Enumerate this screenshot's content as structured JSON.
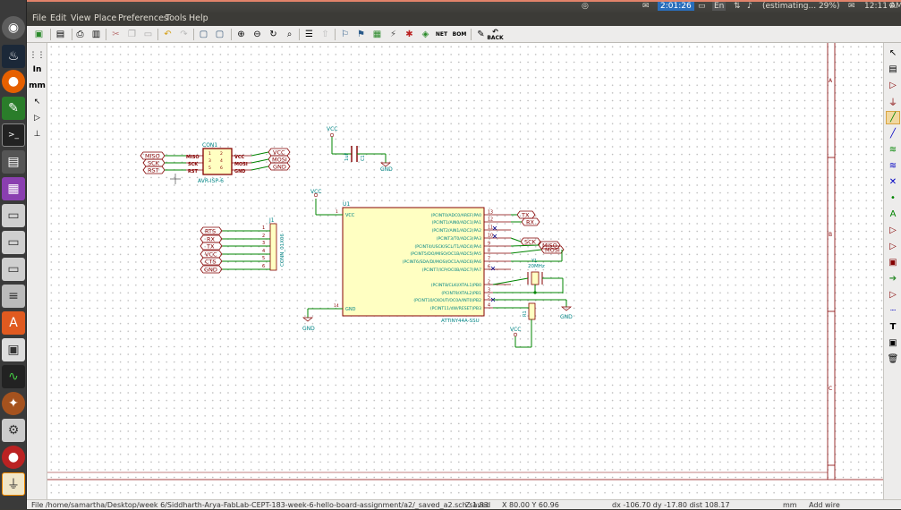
{
  "top_panel": {
    "clock": "2:01:26",
    "keyboard": "En",
    "user_task": "(estimating... 29%)",
    "time": "12:11 AM"
  },
  "menu": [
    "File",
    "Edit",
    "View",
    "Place",
    "Preferences",
    "Tools",
    "Help"
  ],
  "toolbar": {
    "back_label": "BACK",
    "net_label": "NET",
    "bom_label": "BOM"
  },
  "left_toolbar": {
    "inch_label": "In",
    "mm_label": "mm"
  },
  "sheet": {
    "border_labels": [
      "A",
      "B",
      "C"
    ]
  },
  "schematic": {
    "con1": {
      "ref": "CON1",
      "value": "AVR-ISP-6",
      "left_labels": [
        "MISO",
        "SCK",
        "RST"
      ],
      "right_labels": [
        "VCC",
        "MOSI",
        "GND"
      ],
      "left_pins": [
        "MISO",
        "SCK",
        "RST"
      ],
      "right_pins": [
        "VCC",
        "MOSI",
        "GND"
      ],
      "pin_numbers": [
        "1",
        "2",
        "3",
        "4",
        "5",
        "6"
      ]
    },
    "c1": {
      "ref": "C1",
      "value": "1uF",
      "vcc": "VCC",
      "gnd": "GND"
    },
    "j1": {
      "ref": "J1",
      "value": "CONN_01X06",
      "labels": [
        "RTS",
        "RX",
        "TX",
        "VCC",
        "CTS",
        "GND"
      ],
      "pin_numbers": [
        "1",
        "2",
        "3",
        "4",
        "5",
        "6"
      ]
    },
    "u1": {
      "ref": "U1",
      "value": "ATTINY44A-SSU",
      "vcc_pin": "VCC",
      "gnd_pin": "GND",
      "vcc_label": "VCC",
      "gnd_label": "GND",
      "vcc_num": "1",
      "gnd_num": "14",
      "pins": [
        {
          "name": "(PCINT0/ADC0/AREF)PA0",
          "num": "13"
        },
        {
          "name": "(PCINT1/AIN0/ADC1)PA1",
          "num": "12"
        },
        {
          "name": "(PCINT2/AIN1/ADC2)PA2",
          "num": "11"
        },
        {
          "name": "(PCINT3/T0/ADC3)PA3",
          "num": "10"
        },
        {
          "name": "(PCINT4/USCK/SCL/T1/ADC4)PA4",
          "num": "9"
        },
        {
          "name": "(PCINT5/DO/MISO/OC1B/ADC5)PA5",
          "num": "8"
        },
        {
          "name": "(PCINT6/SDA/DI/MOSI/OC1A/ADC6)PA6",
          "num": "7"
        },
        {
          "name": "(PCINT7/ICP/OC0B/ADC7)PA7",
          "num": "6"
        },
        {
          "name": "(PCINT8/CLKI/XTAL1)PB0",
          "num": "2"
        },
        {
          "name": "(PCINT9/XTAL2)PB1",
          "num": "3"
        },
        {
          "name": "(PCINT10/CKOUT/OC0A/INT0)PB2",
          "num": "5"
        },
        {
          "name": "(PCINT11/dW/RESET)PB3",
          "num": "4"
        }
      ],
      "net_labels": [
        "TX",
        "RX",
        "SCK",
        "MISO",
        "MOSI"
      ]
    },
    "y1": {
      "ref": "Y1",
      "value": "20MHz",
      "gnd": "GND"
    },
    "r1": {
      "ref": "R1",
      "vcc": "VCC"
    }
  },
  "status": {
    "file": "File /home/samartha/Desktop/week 6/Siddharth-Arya-FabLab-CEPT-183-week-6-hello-board-assignment/a2/_saved_a2.sch saved",
    "zoom": "Z 1.83",
    "xy": "X 80.00  Y 60.96",
    "delta": "dx -106.70  dy -17.80  dist 108.17",
    "units": "mm",
    "mode": "Add wire"
  },
  "colors": {
    "wire": "#008400",
    "component": "#840000",
    "body_fill": "#ffffc2",
    "label": "#840000",
    "text_teal": "#008484"
  }
}
